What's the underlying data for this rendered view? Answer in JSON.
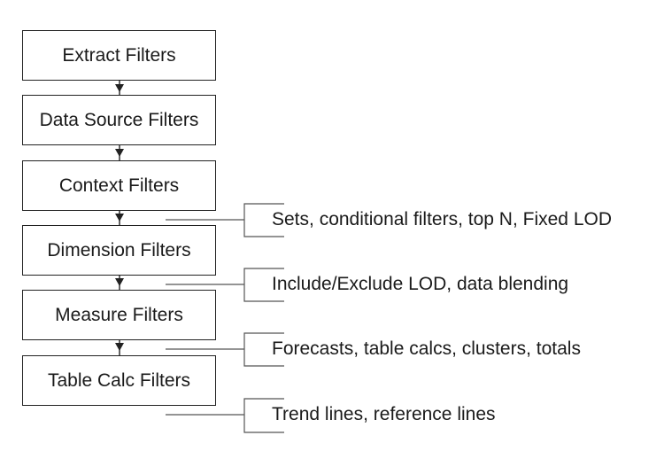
{
  "diagram": {
    "stages": [
      {
        "label": "Extract Filters"
      },
      {
        "label": "Data Source Filters"
      },
      {
        "label": "Context Filters"
      },
      {
        "label": "Dimension Filters"
      },
      {
        "label": "Measure Filters"
      },
      {
        "label": "Table Calc Filters"
      }
    ],
    "annotations": [
      {
        "label": "Sets, conditional filters, top N, Fixed LOD"
      },
      {
        "label": "Include/Exclude LOD, data blending"
      },
      {
        "label": "Forecasts, table calcs, clusters, totals"
      },
      {
        "label": "Trend lines, reference lines"
      }
    ],
    "colors": {
      "stroke": "#222222",
      "text": "#1a1a1a",
      "background": "#ffffff"
    }
  }
}
